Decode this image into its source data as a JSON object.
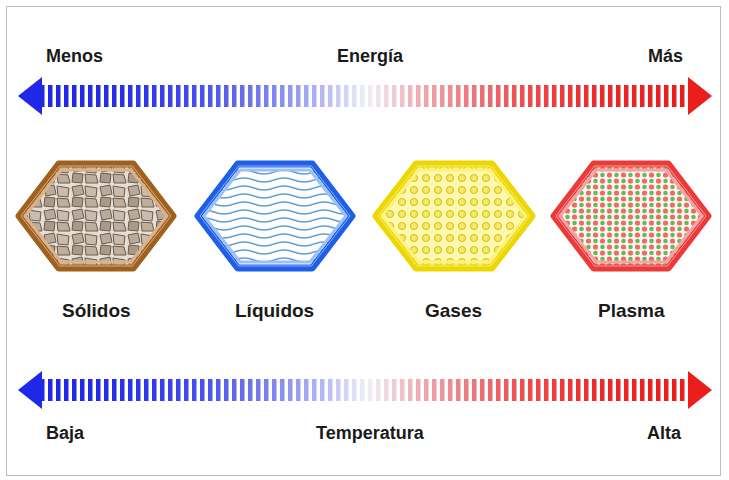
{
  "diagram": {
    "nodes": [
      {
        "text": [
          "Sólidos"
        ]
      },
      {
        "text": [
          "Líquidos"
        ]
      },
      {
        "text": [
          "Gases"
        ]
      },
      {
        "text": [
          "Plasma"
        ]
      }
    ],
    "labels": [
      "Menos",
      "Energía",
      "Más",
      "Baja",
      "Temperatura",
      "Alta"
    ]
  }
}
